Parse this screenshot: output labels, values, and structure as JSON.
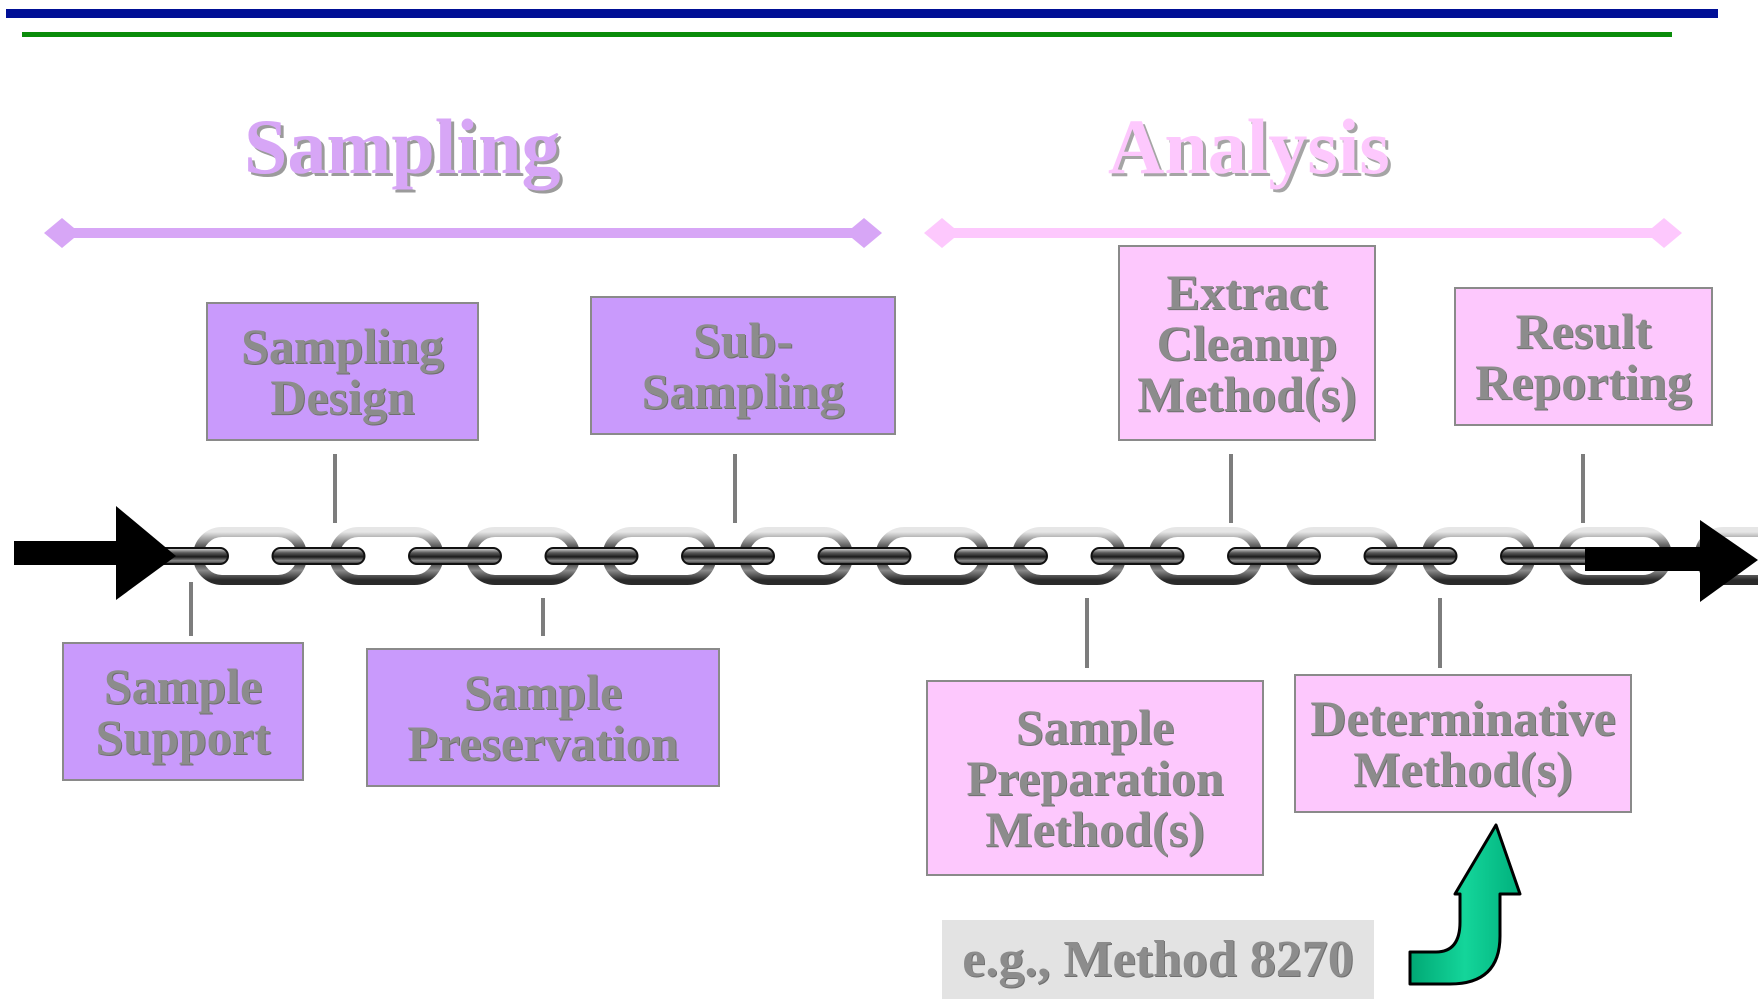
{
  "headings": {
    "sampling": "Sampling",
    "analysis": "Analysis"
  },
  "steps": {
    "sampling_design": "Sampling\nDesign",
    "sub_sampling": "Sub-\nSampling",
    "sample_support": "Sample\nSupport",
    "sample_preservation": "Sample\nPreservation",
    "extract_cleanup": "Extract\nCleanup\nMethod(s)",
    "result_reporting": "Result\nReporting",
    "sample_preparation": "Sample\nPreparation\nMethod(s)",
    "determinative": "Determinative\nMethod(s)"
  },
  "note": "e.g., Method 8270",
  "colors": {
    "top_rule": "#000f96",
    "second_rule": "#0a8c0a",
    "sampling_accent": "#d7a6f6",
    "analysis_accent": "#fdc8fd",
    "sampling_box": "#c99afc",
    "analysis_box": "#fdc8fd",
    "callout_arrow": "#00c58a"
  }
}
